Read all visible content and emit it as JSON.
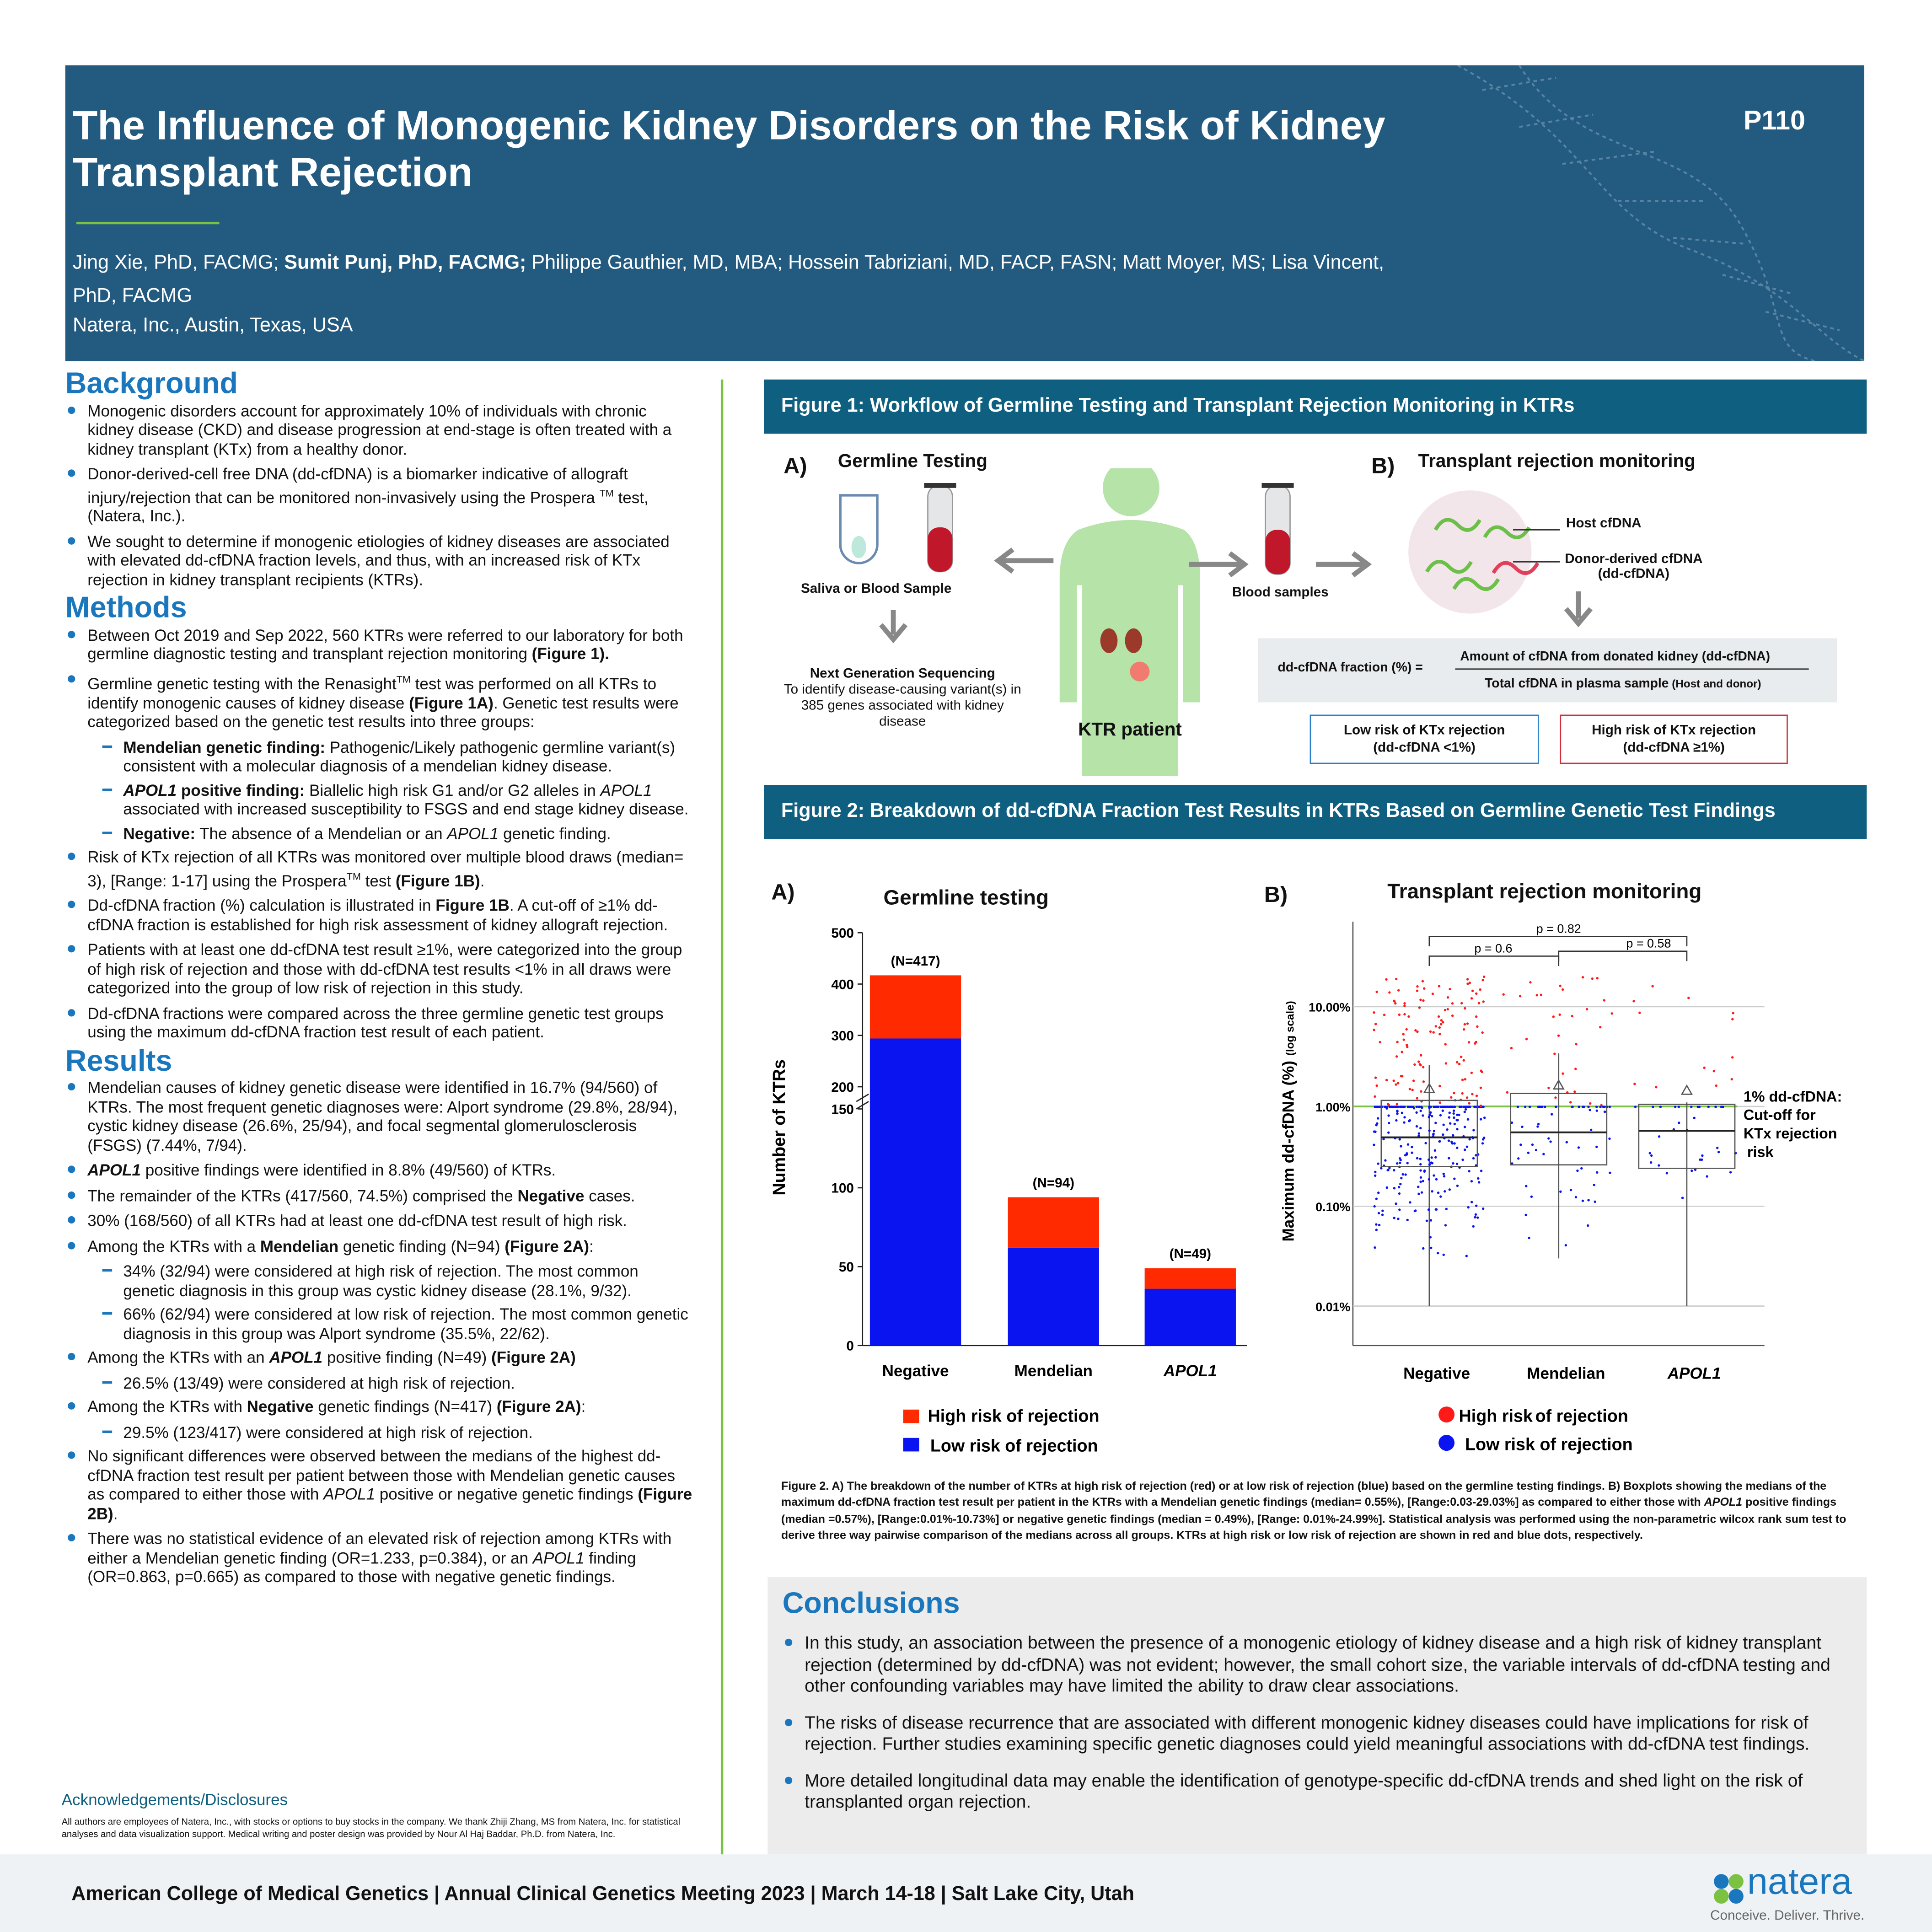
{
  "header": {
    "title": "The Influence of Monogenic Kidney Disorders on the Risk of Kidney Transplant Rejection",
    "authors_1": "Jing Xie, PhD, FACMG; ",
    "authors_bold": "Sumit Punj, PhD, FACMG;",
    "authors_2": " Philippe Gauthier, MD, MBA; Hossein Tabriziani, MD, FACP, FASN; Matt Moyer, MS; Lisa Vincent, PhD, FACMG",
    "affiliation": "Natera, Inc., Austin, Texas, USA",
    "poster_number": "P110"
  },
  "background": {
    "heading": "Background",
    "items": [
      [
        {
          "t": "Monogenic disorders account for approximately 10% of individuals with chronic kidney disease (CKD) and disease progression at end-stage is often treated with a kidney transplant (KTx) from a healthy donor."
        }
      ],
      [
        {
          "t": "Donor-derived-cell free DNA (dd-cfDNA) is a biomarker indicative of allograft injury/rejection that can be monitored non-invasively using the Prospera "
        },
        {
          "t": "TM",
          "s": 1
        },
        {
          "t": " test, (Natera, Inc.)."
        }
      ],
      [
        {
          "t": "We sought to determine if monogenic etiologies of kidney diseases are associated with elevated dd-cfDNA fraction levels, and thus, with an increased risk of KTx rejection in kidney transplant recipients (KTRs)."
        }
      ]
    ]
  },
  "methods": {
    "heading": "Methods",
    "items": [
      [
        {
          "t": "Between Oct 2019 and Sep 2022, 560 KTRs were referred to our laboratory for both germline diagnostic testing and transplant rejection monitoring "
        },
        {
          "t": "(Figure 1).",
          "b": 1
        }
      ],
      [
        {
          "t": "Germline genetic testing with the Renasight"
        },
        {
          "t": "TM",
          "s": 1
        },
        {
          "t": " test was performed on all KTRs to identify monogenic causes of kidney disease "
        },
        {
          "t": "(Figure 1A)",
          "b": 1
        },
        {
          "t": ". Genetic test results were categorized based on the genetic test results into three groups:"
        }
      ]
    ],
    "sub": [
      [
        {
          "t": "Mendelian genetic finding:",
          "b": 1
        },
        {
          "t": " Pathogenic/Likely pathogenic germline variant(s) consistent with a molecular diagnosis of a mendelian kidney disease."
        }
      ],
      [
        {
          "t": "APOL1",
          "b": 1,
          "i": 1
        },
        {
          "t": " positive finding:",
          "b": 1
        },
        {
          "t": " Biallelic high risk G1 and/or G2 alleles in "
        },
        {
          "t": "APOL1",
          "i": 1
        },
        {
          "t": " associated with increased susceptibility to FSGS and end stage kidney disease."
        }
      ],
      [
        {
          "t": "Negative:",
          "b": 1
        },
        {
          "t": " The absence of a Mendelian or an "
        },
        {
          "t": "APOL1",
          "i": 1
        },
        {
          "t": " genetic finding."
        }
      ]
    ],
    "items2": [
      [
        {
          "t": "Risk of KTx rejection of all KTRs was monitored over multiple blood draws (median= 3), [Range: 1-17] using the Prospera"
        },
        {
          "t": "TM",
          "s": 1
        },
        {
          "t": " test "
        },
        {
          "t": "(Figure 1B)",
          "b": 1
        },
        {
          "t": "."
        }
      ],
      [
        {
          "t": "Dd-cfDNA fraction (%) calculation is illustrated in "
        },
        {
          "t": "Figure 1B",
          "b": 1
        },
        {
          "t": ".  A cut-off of ≥1% dd-cfDNA fraction is established for high risk assessment of kidney allograft rejection."
        }
      ],
      [
        {
          "t": "Patients with at least one dd-cfDNA test result ≥1%, were categorized into the group of high risk of rejection and those with dd-cfDNA test results <1% in all draws were categorized into the group of low risk of rejection in this study."
        }
      ],
      [
        {
          "t": "Dd-cfDNA fractions were compared across the three germline genetic test groups using the maximum dd-cfDNA fraction test result of each patient."
        }
      ]
    ]
  },
  "results": {
    "heading": "Results",
    "items": [
      [
        {
          "t": "Mendelian causes of kidney genetic disease were identified in 16.7% (94/560) of KTRs. The most frequent genetic diagnoses were: Alport syndrome (29.8%, 28/94), cystic kidney disease (26.6%, 25/94), and focal segmental glomerulosclerosis (FSGS) (7.44%, 7/94)."
        }
      ],
      [
        {
          "t": "APOL1",
          "b": 1,
          "i": 1
        },
        {
          "t": " positive findings were identified in 8.8% (49/560) of KTRs."
        }
      ],
      [
        {
          "t": "The remainder of the KTRs (417/560, 74.5%) comprised the "
        },
        {
          "t": "Negative",
          "b": 1
        },
        {
          "t": " cases."
        }
      ],
      [
        {
          "t": "30% (168/560) of all KTRs had at least one dd-cfDNA test result of high risk."
        }
      ],
      [
        {
          "t": "Among the KTRs with a "
        },
        {
          "t": "Mendelian",
          "b": 1
        },
        {
          "t": " genetic finding (N=94) "
        },
        {
          "t": "(Figure 2A)",
          "b": 1
        },
        {
          "t": ":"
        }
      ]
    ],
    "sub1": [
      [
        {
          "t": "34% (32/94) were considered at high risk of rejection. The most common genetic diagnosis in this group was cystic kidney disease (28.1%, 9/32)."
        }
      ],
      [
        {
          "t": "66% (62/94) were considered at low risk of rejection. The most common genetic diagnosis in this group was Alport syndrome (35.5%, 22/62)."
        }
      ]
    ],
    "item_apol1": [
      {
        "t": "Among the KTRs with an "
      },
      {
        "t": "APOL1",
        "b": 1,
        "i": 1
      },
      {
        "t": " positive finding (N=49) "
      },
      {
        "t": "(Figure 2A)",
        "b": 1
      }
    ],
    "sub2": [
      [
        {
          "t": "26.5% (13/49) were considered at high risk of rejection."
        }
      ]
    ],
    "item_neg": [
      {
        "t": "Among the KTRs with "
      },
      {
        "t": "Negative",
        "b": 1
      },
      {
        "t": " genetic findings (N=417) "
      },
      {
        "t": "(Figure 2A)",
        "b": 1
      },
      {
        "t": ":"
      }
    ],
    "sub3": [
      [
        {
          "t": "29.5% (123/417) were considered at high risk of rejection."
        }
      ]
    ],
    "items3": [
      [
        {
          "t": "No significant differences were observed between the medians of the highest dd-cfDNA fraction test result per patient between those with Mendelian genetic causes as compared to either those with "
        },
        {
          "t": "APOL1",
          "i": 1
        },
        {
          "t": " positive or negative genetic findings "
        },
        {
          "t": "(Figure 2B)",
          "b": 1
        },
        {
          "t": "."
        }
      ],
      [
        {
          "t": "There was no statistical evidence of an elevated risk of rejection among KTRs with either a Mendelian genetic finding (OR=1.233, p=0.384), or an "
        },
        {
          "t": "APOL1",
          "i": 1
        },
        {
          "t": " finding (OR=0.863, p=0.665) as compared to those with negative genetic findings."
        }
      ]
    ]
  },
  "ack": {
    "heading": "Acknowledgements/Disclosures",
    "text": "All authors are employees of Natera, Inc., with stocks or options to buy stocks in the company. We thank Zhiji Zhang, MS from Natera, Inc. for statistical analyses and data visualization support. Medical writing and poster design was provided by Nour Al Haj Baddar, Ph.D. from Natera, Inc."
  },
  "fig1": {
    "title": "Figure 1: Workflow of Germline Testing and Transplant Rejection Monitoring in KTRs",
    "a_label": "A)",
    "a_title": "Germline Testing",
    "sample": "Saliva or Blood Sample",
    "ngs_title": "Next Generation Sequencing",
    "ngs_text": "To identify disease-causing variant(s) in 385 genes associated with kidney disease",
    "patient": "KTR patient",
    "blood": "Blood samples",
    "b_label": "B)",
    "b_title": "Transplant rejection monitoring",
    "host": "Host cfDNA",
    "donor": "Donor-derived cfDNA",
    "donor2": "(dd-cfDNA)",
    "formula_lhs": "dd-cfDNA fraction (%)  =",
    "formula_num": "Amount of cfDNA from donated kidney (dd-cfDNA)",
    "formula_den": "Total cfDNA in plasma sample",
    "formula_den_small": " (Host and donor)",
    "low_risk": "Low risk of KTx rejection",
    "low_risk2": "(dd-cfDNA <1%)",
    "high_risk": "High risk of KTx rejection",
    "high_risk2": "(dd-cfDNA ≥1%)"
  },
  "fig2": {
    "title": "Figure 2: Breakdown of dd-cfDNA Fraction Test Results in KTRs Based on Germline Genetic Test Findings",
    "caption_a": "Figure 2. A) The breakdown of the number of KTRs at high risk of rejection (red) or at low risk of rejection (blue) based on the germline testing findings. B) Boxplots showing the medians of the maximum dd-cfDNA fraction test result per patient in the KTRs with a Mendelian genetic findings (median= 0.55%), [Range:0.03-29.03%] as compared to either those with ",
    "caption_i": "APOL1",
    "caption_b": " positive findings (median =0.57%), [Range:0.01%-10.73%] or negative genetic findings (median = 0.49%), [Range: 0.01%-24.99%]. Statistical analysis was performed using the non-parametric wilcox rank sum test to derive three way pairwise comparison of the medians across all groups. KTRs at high risk or low risk of rejection are shown in red and blue dots, respectively."
  },
  "chart_data": [
    {
      "type": "bar",
      "panel": "A)",
      "title": "Germline testing",
      "ylabel": "Number of KTRs",
      "categories": [
        "Negative",
        "Mendelian",
        "APOL1"
      ],
      "n_labels": [
        "(N=417)",
        "(N=94)",
        "(N=49)"
      ],
      "series": [
        {
          "name": "Low risk of rejection",
          "color": "#0a14f0",
          "values": [
            294,
            62,
            36
          ]
        },
        {
          "name": "High risk of rejection",
          "color": "#ff2a00",
          "values": [
            123,
            32,
            13
          ]
        }
      ],
      "yticks_lower": [
        0,
        50,
        100,
        150
      ],
      "yticks_upper": [
        200,
        300,
        400,
        500
      ],
      "ylim": [
        0,
        500
      ],
      "axis_break": [
        150,
        200
      ],
      "legend": "bottom"
    },
    {
      "type": "box",
      "panel": "B)",
      "title": "Transplant rejection monitoring",
      "ylabel": "Maximum dd-cfDNA (%)",
      "ylabel_small": "(log scale)",
      "yscale": "log",
      "yticks": [
        "0.01%",
        "0.10%",
        "1.00%",
        "10.00%"
      ],
      "categories": [
        "Negative",
        "Mendelian",
        "APOL1"
      ],
      "medians": [
        0.49,
        0.55,
        0.57
      ],
      "q1": [
        0.25,
        0.26,
        0.24
      ],
      "q3": [
        1.15,
        1.35,
        1.05
      ],
      "whisker_low": [
        0.01,
        0.03,
        0.01
      ],
      "whisker_high": [
        2.6,
        3.4,
        1.1
      ],
      "means": [
        1.2,
        1.3,
        1.15
      ],
      "n_high": [
        123,
        32,
        13
      ],
      "n_low": [
        294,
        62,
        36
      ],
      "cutoff": 1.0,
      "cutoff_label": [
        "1% dd-cfDNA:",
        "Cut-off for",
        "KTx rejection",
        "risk"
      ],
      "pvalues": [
        {
          "pair": [
            "Negative",
            "APOL1"
          ],
          "p": "p = 0.82"
        },
        {
          "pair": [
            "Negative",
            "Mendelian"
          ],
          "p": "p = 0.6"
        },
        {
          "pair": [
            "Mendelian",
            "APOL1"
          ],
          "p": "p = 0.58"
        }
      ],
      "legend_labels": [
        "High risk",
        "of rejection",
        "Low risk of rejection"
      ],
      "colors": {
        "high": "#ff1a1a",
        "low": "#0a14f0"
      },
      "legend": "bottom"
    }
  ],
  "conclusions": {
    "heading": "Conclusions",
    "items": [
      "In this study, an association between the presence of a monogenic etiology of kidney disease and a high risk of kidney transplant rejection (determined by dd-cfDNA) was not evident; however, the small cohort size, the variable intervals of dd-cfDNA testing and other confounding variables may have limited the ability to draw clear associations.",
      "The risks of disease recurrence that are associated with different monogenic kidney diseases could have implications for risk of rejection. Further studies examining specific genetic diagnoses could yield meaningful associations with dd-cfDNA test findings.",
      "More detailed longitudinal data may enable the identification of genotype-specific dd-cfDNA trends and shed light on the risk of transplanted organ rejection."
    ]
  },
  "footer": {
    "meeting": "American College of Medical Genetics | Annual Clinical Genetics Meeting 2023 | March 14-18 | Salt Lake City, Utah",
    "logo": "natera",
    "tagline": "Conceive. Deliver. Thrive."
  }
}
